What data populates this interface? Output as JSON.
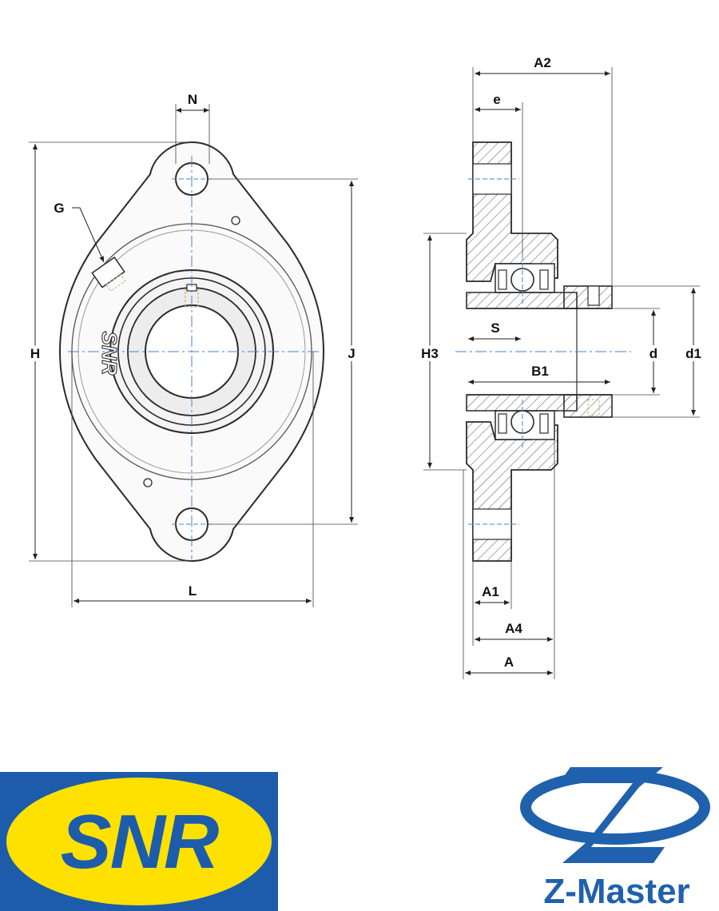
{
  "front_view": {
    "labels": {
      "N": "N",
      "G": "G",
      "H": "H",
      "J": "J",
      "L": "L"
    },
    "housing_mark": "SNR"
  },
  "section_view": {
    "labels": {
      "A2": "A2",
      "e": "e",
      "H3": "H3",
      "S": "S",
      "B1": "B1",
      "d": "d",
      "d1": "d1",
      "A1": "A1",
      "A4": "A4",
      "A": "A"
    }
  },
  "logos": {
    "snr": {
      "text": "SNR",
      "colors": {
        "background": "#1c5cab",
        "ellipse": "#ffe100",
        "text": "#1c5cab"
      }
    },
    "zmaster": {
      "text": "Z-Master",
      "colors": {
        "brand": "#1f61ad"
      }
    }
  },
  "colors": {
    "line": "#2b2b2b",
    "centerline": "#4a80c8",
    "hatch": "#444444",
    "dim": "#222222",
    "hidden": "#c8b070"
  }
}
